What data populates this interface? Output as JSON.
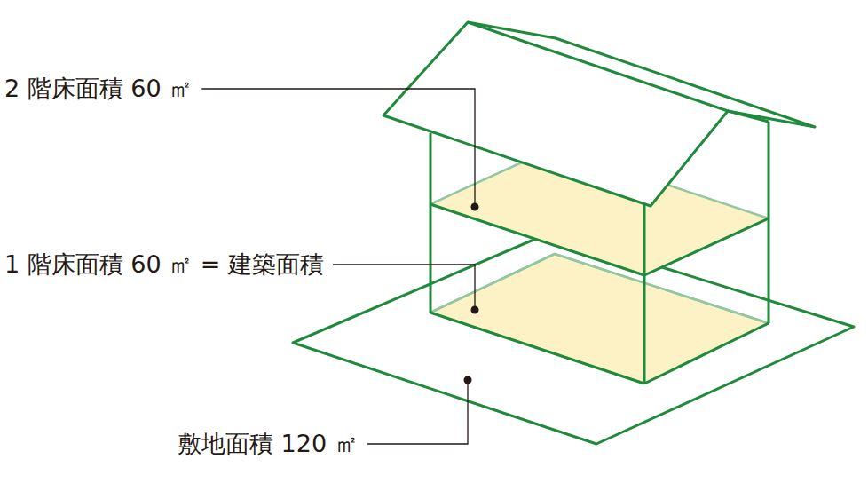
{
  "diagram": {
    "labels": [
      "2 階床面積 60 ㎡",
      "1 階床面積 60 ㎡ = 建築面積",
      "敷地面積 120 ㎡"
    ]
  }
}
